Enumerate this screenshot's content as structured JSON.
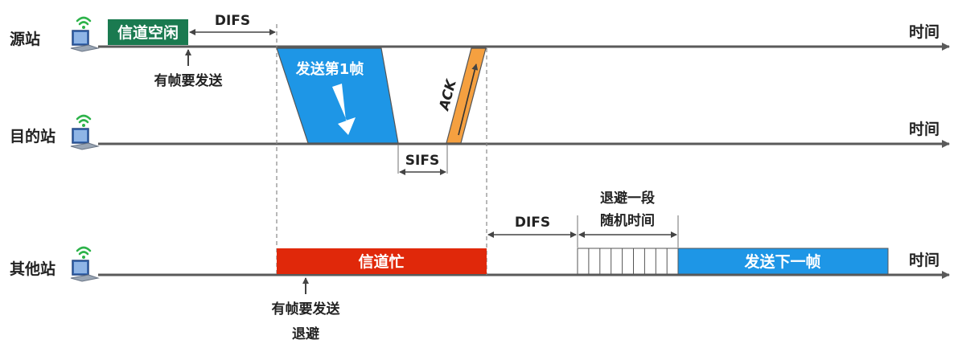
{
  "stations": {
    "source": "源站",
    "destination": "目的站",
    "other": "其他站"
  },
  "axis_label": "时间",
  "source_row": {
    "channel_idle": "信道空闲",
    "difs": "DIFS",
    "has_frame": "有帧要发送",
    "send_first_frame": "发送第1帧",
    "ack": "ACK"
  },
  "destination_row": {
    "sifs": "SIFS"
  },
  "other_row": {
    "channel_busy": "信道忙",
    "difs": "DIFS",
    "backoff_line1": "退避一段",
    "backoff_line2": "随机时间",
    "send_next_frame": "发送下一帧",
    "has_frame": "有帧要发送",
    "backoff": "退避"
  },
  "colors": {
    "axis": "#5a5a5a",
    "idle_green": "#1a7a50",
    "frame_blue": "#1e96e6",
    "ack_orange": "#f5a040",
    "busy_red": "#e0280a",
    "dashed": "#888888"
  }
}
